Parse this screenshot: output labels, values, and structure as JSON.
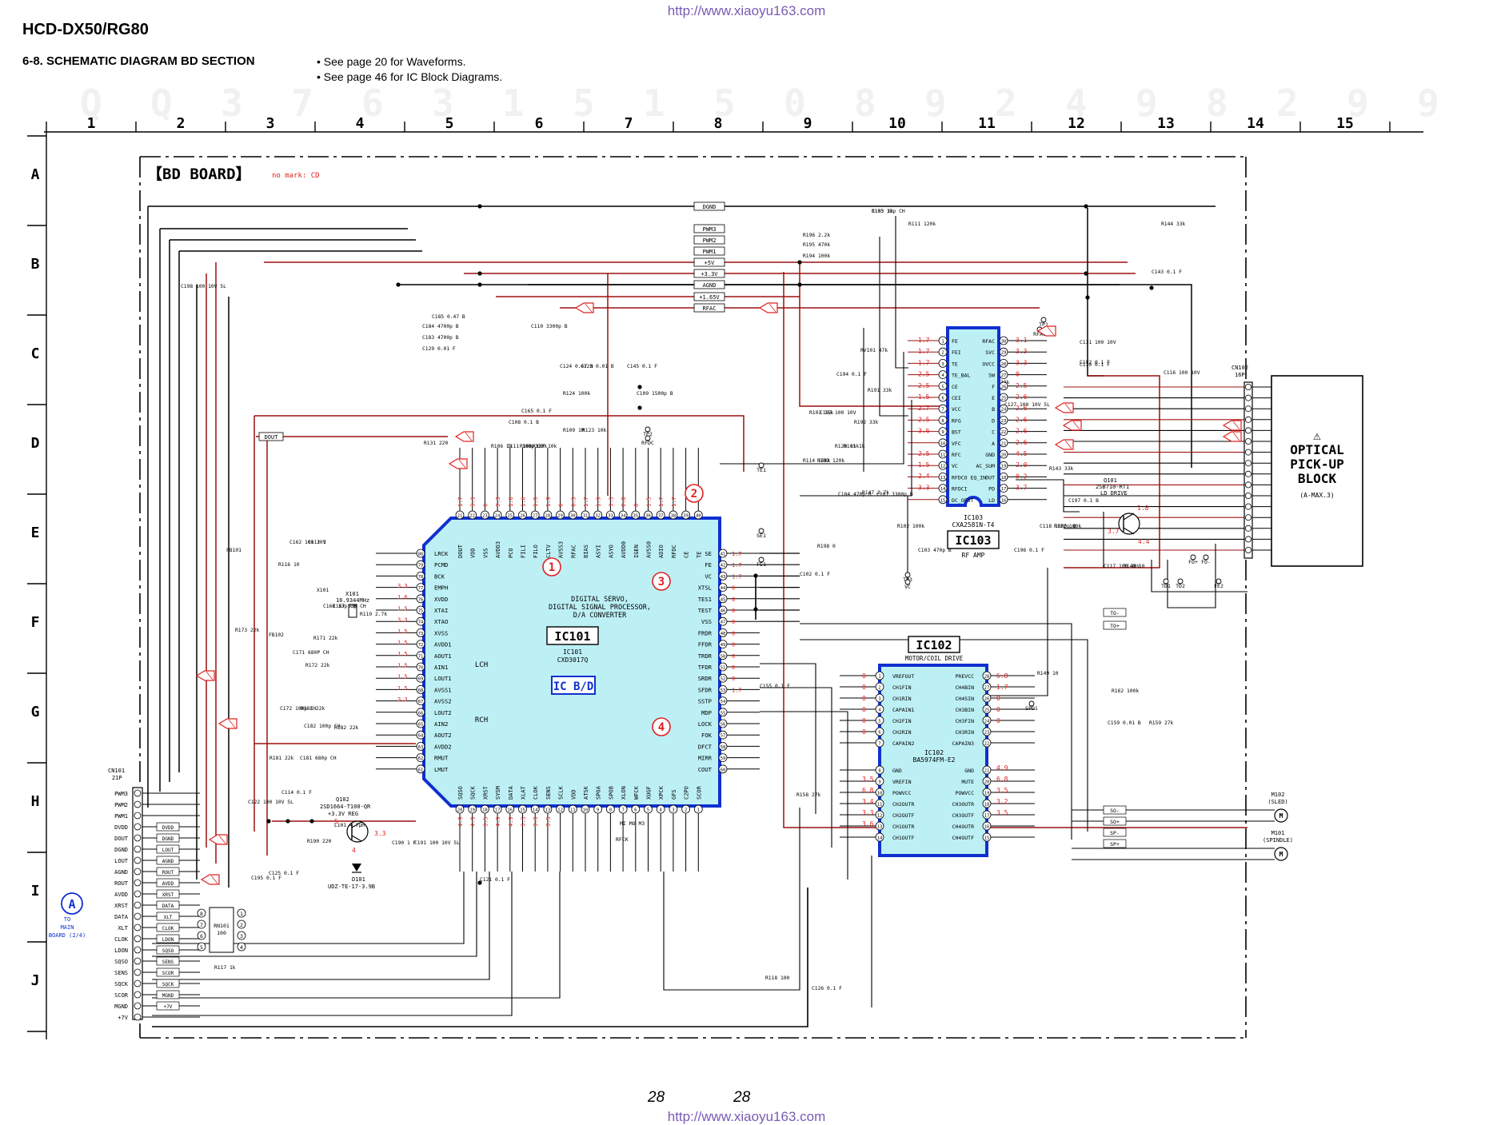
{
  "header": {
    "model": "HCD-DX50/RG80",
    "url": "http://www.xiaoyu163.com",
    "section_title": "6-8.   SCHEMATIC DIAGRAM BD SECTION",
    "notes": [
      "• See page 20 for Waveforms.",
      "• See page 46 for IC Block Diagrams."
    ]
  },
  "grid": {
    "columns": [
      "1",
      "2",
      "3",
      "4",
      "5",
      "6",
      "7",
      "8",
      "9",
      "10",
      "11",
      "12",
      "13",
      "14",
      "15"
    ],
    "rows": [
      "A",
      "B",
      "C",
      "D",
      "E",
      "F",
      "G",
      "H",
      "I",
      "J"
    ]
  },
  "board": {
    "title": "【BD BOARD】",
    "remark": "no mark: CD"
  },
  "ic101": {
    "ref": "IC101",
    "part": "CXD3017Q",
    "function": [
      "DIGITAL SERVO,",
      "DIGITAL SIGNAL PROCESSOR,",
      "D/A CONVERTER"
    ],
    "tag": "IC B/D",
    "lch": "LCH",
    "rch": "RCH",
    "left_pins": [
      "LRCK",
      "PCMD",
      "BCK",
      "EMPH",
      "XVDD",
      "XTAI",
      "XTAO",
      "XVSS",
      "AVDD1",
      "AOUT1",
      "AIN1",
      "LOUT1",
      "AVSS1",
      "AVSS2",
      "LOUT2",
      "AIN2",
      "AOUT2",
      "AVDD2",
      "RMUT",
      "LMUT"
    ],
    "right_pins": [
      "SE",
      "FE",
      "VC",
      "XTSL",
      "TES1",
      "TEST",
      "VSS",
      "FRDR",
      "FFDR",
      "TRDR",
      "TFDR",
      "SRDR",
      "SFDR",
      "SSTP",
      "MDP",
      "LOCK",
      "FOK",
      "DFCT",
      "MIRR",
      "COUT"
    ],
    "top_pins": [
      "DOUT",
      "VDD",
      "VSS",
      "AVDD3",
      "PCO",
      "FILI",
      "FILO",
      "CLTV",
      "AVSS3",
      "RFAC",
      "BIAS",
      "ASYI",
      "ASYO",
      "AVDD0",
      "IGEN",
      "AVSS0",
      "ADIO",
      "RFDC",
      "CE",
      "TE"
    ],
    "bottom_pins": [
      "SQSO",
      "SQCK",
      "XRST",
      "SYSM",
      "DATA",
      "XLAT",
      "CLOK",
      "SENS",
      "SCLK",
      "VDD",
      "ATSK",
      "SPOA",
      "SPOB",
      "XLON",
      "WFCK",
      "XUGF",
      "XPCK",
      "GFS",
      "C2PO",
      "SCOR"
    ],
    "bottom_note": "MI MO M3",
    "rfck": "RFCK"
  },
  "ic102": {
    "ref": "IC102",
    "function": "MOTOR/COIL DRIVE",
    "part": "BA5974FM-E2",
    "left_pins": [
      "VREFOUT",
      "CH1FIN",
      "CH1RIN",
      "CAPAIN1",
      "CH2FIN",
      "CH2RIN",
      "CAPAIN2",
      "GND",
      "VREFIN",
      "POWVCC",
      "CH2OUTR",
      "CH2OUTF",
      "CH1OUTR",
      "CH1OUTF"
    ],
    "right_pins": [
      "PREVCC",
      "CH4BIN",
      "CH4SIN",
      "CH3BIN",
      "CH3FIN",
      "CH3RIN",
      "CAPAIN3",
      "GND",
      "MUTE",
      "POWVCC",
      "CH3OUTR",
      "CH3OUTF",
      "CH4OUTR",
      "CH4OUTF"
    ]
  },
  "ic103": {
    "ref": "IC103",
    "part": "CXA2581N-T4",
    "function": "RF AMP",
    "left_pins": [
      "FE",
      "FEI",
      "TE",
      "TE_BAL",
      "CE",
      "CEI",
      "VCC",
      "RFG",
      "BST",
      "VFC",
      "RFC",
      "VC",
      "RFDCO EQ_IN",
      "RFDCI",
      "DC_OFST"
    ],
    "right_pins": [
      "RFAC",
      "SVC",
      "OVCC",
      "SW",
      "F",
      "E",
      "B",
      "D",
      "C",
      "A",
      "GND",
      "AC_SUM",
      "OUT",
      "PD",
      "LD"
    ]
  },
  "cn101": {
    "ref": "CN101",
    "size": "21P",
    "pins": [
      "PWM3",
      "PWM2",
      "PWM1",
      "DVDD",
      "DOUT",
      "DGND",
      "LOUT",
      "AGND",
      "ROUT",
      "AVDD",
      "XRST",
      "DATA",
      "XLT",
      "CLOK",
      "LDON",
      "SQSO",
      "SENS",
      "SQCK",
      "SCOR",
      "MGND",
      "+7V"
    ],
    "to": [
      "TO",
      "MAIN",
      "BOARD (2/4)"
    ],
    "marker": "A"
  },
  "cn102": {
    "ref": "CN102",
    "size": "16P"
  },
  "optical_block": {
    "lines": [
      "⚠",
      "OPTICAL",
      "PICK-UP",
      "BLOCK"
    ],
    "sub": "(A-MAX.3)"
  },
  "motors": [
    {
      "ref": "M102",
      "name": "(SLED)"
    },
    {
      "ref": "M101",
      "name": "(SPINDLE)"
    }
  ],
  "transistors": [
    {
      "ref": "Q101",
      "part": "2SB710-RT1",
      "name": "LD DRIVE"
    },
    {
      "ref": "Q102",
      "part": "2SD1664-T100-QR",
      "name": "+3.3V REG"
    }
  ],
  "diode": {
    "ref": "D101",
    "part": "UDZ-TE-17-3.9B"
  },
  "crystal": {
    "ref": "X101",
    "freq": "16.9344MHz"
  },
  "rn101": {
    "ref": "RN101",
    "value": "100",
    "pins_left": [
      "8",
      "7",
      "6",
      "5"
    ],
    "pins_right": [
      "1",
      "2",
      "3",
      "4"
    ]
  },
  "bus_labels": {
    "top": [
      "DGND",
      "PWM3",
      "PWM2",
      "PWM1",
      "+5V",
      "+3.3V",
      "AGND",
      "+1.65V",
      "RFAC",
      "DOUT"
    ],
    "cn_side": [
      "DVDD",
      "DGND",
      "LOUT",
      "AGND",
      "ROUT",
      "AVDD",
      "XRST",
      "DATA",
      "XLT",
      "CLOK",
      "LDON",
      "SQSO",
      "SENS",
      "SCOR",
      "SQCK",
      "MGND",
      "+7V"
    ],
    "motor": [
      "TO-",
      "TO+",
      "SO-",
      "SO+",
      "SP-",
      "SP+"
    ],
    "test": [
      "TE1",
      "SE1",
      "FE1",
      "TD1",
      "TD2",
      "FO+",
      "FO-",
      "FE2",
      "SPD1",
      "TP1",
      "TP2",
      "TP3",
      "RFAC",
      "RFDC",
      "VC"
    ]
  },
  "components": [
    "C133 33p CH",
    "R111 120k",
    "R196 2.2k",
    "R195 470k",
    "R194 100k",
    "R144 33k",
    "C143 0.1 F",
    "C185 0.47 B",
    "C184 4700p B",
    "C183 4700p B",
    "C129 0.01 F",
    "C110 3300p B",
    "C124 0.47 B",
    "C123 0.01 B",
    "R124 100k",
    "C145 0.1 F",
    "C109 1500p B",
    "C165 0.1 F",
    "C108 0.1 B",
    "R106 1k",
    "R107 10k",
    "C111 100p CH",
    "R108 3.3k",
    "R109 1M",
    "R123 10k",
    "R104 33k",
    "R131 220",
    "C198 100 10V 5L",
    "C162 100 10V",
    "C112 1",
    "R116 10",
    "FB101",
    "X101",
    "C168 33p CH",
    "C167 33p CH",
    "R119 2.7k",
    "R173 22k",
    "FB102",
    "R171 22k",
    "C171 680P CH",
    "R172 22k",
    "C172 100p CH",
    "R183 22k",
    "C182 100p CH",
    "R182 22k",
    "R181 22k",
    "C181 680p CH",
    "C114 0.1 F",
    "C122 100 10V 5L",
    "L101 4.7μH",
    "R190 220",
    "C190 1 F",
    "C191 100 10V 5L",
    "C195 0.1 F",
    "C125 0.1 F",
    "C121 0.1 F",
    "R117 1k",
    "R118 100",
    "C126 0.1 F",
    "C127 100 10V 5L",
    "R103 15k",
    "C193 100 10V",
    "C194 0.1 F",
    "RV101 47k",
    "R191 33k",
    "R192 33k",
    "R114 160k",
    "R193 120k",
    "R120 15k",
    "R101 1k",
    "R147 2.7k",
    "C104 470p B",
    "C101 3300p B",
    "R102 100k",
    "R198 0",
    "C102 0.1 F",
    "C103 470p B",
    "C196 0.1 F",
    "C131 100 10V",
    "C192 0.1 F",
    "C130 0.1 F",
    "C116 100 10V",
    "R143 33k",
    "C197 0.1 B",
    "C118 1000p B",
    "R122 100k",
    "C117 100 10V",
    "R148 10",
    "R149 10",
    "R162 100k",
    "C159 0.01 B",
    "R159 27k",
    "R158 27k",
    "C155 0.1 F",
    "R105 1k"
  ],
  "voltages": {
    "ic101_top": [
      "1.7",
      "3.3",
      "0",
      "3.3",
      "1.6",
      "1.6",
      "1.9",
      "1.9",
      "0",
      "0.3",
      "1.7",
      "1.9",
      "3.3",
      "0.8",
      "0",
      "1.5",
      "1.7",
      "1.7"
    ],
    "ic101_right": [
      "1.7",
      "1.7",
      "1.7",
      "0",
      "0",
      "0",
      "0",
      "0",
      "0",
      "0",
      "0",
      "0",
      "1.7"
    ],
    "ic101_left": [
      "3.3",
      "1.6",
      "1.5",
      "3.3",
      "1.5",
      "1.5",
      "1.5",
      "1.5",
      "1.5",
      "1.5",
      "3.3"
    ],
    "ic101_bottom": [
      "4.9",
      "4.9",
      "3.5",
      "4.9",
      "4.9",
      "3.3",
      "3.3",
      "3.5"
    ],
    "ic103_left": [
      "1.7",
      "1.7",
      "1.7",
      "2.5",
      "2.5",
      "1.5",
      "2.7",
      "2.5",
      "3.6",
      "2.5",
      "1.5",
      "2.4",
      "3.3"
    ],
    "ic103_right": [
      "3.1",
      "3.3",
      "3.3",
      "0",
      "2.5",
      "2.6",
      "2.6",
      "2.6",
      "2.6",
      "2.6",
      "4.5",
      "2.0",
      "0.2",
      "3.7"
    ],
    "ic102_left": [
      "0",
      "0",
      "0",
      "0",
      "0",
      "0",
      "3.5",
      "6.8",
      "3.4",
      "3.3",
      "3.6"
    ],
    "ic102_right": [
      "6.8",
      "1.7",
      "0",
      "0",
      "0",
      "4.9",
      "6.8",
      "3.5",
      "3.2",
      "3.5"
    ],
    "q101": [
      "1.8",
      "3.7",
      "4.4"
    ],
    "q102": [
      "5",
      "4",
      "3.3"
    ]
  },
  "waveform_markers": [
    "1",
    "2",
    "3",
    "4"
  ],
  "page_numbers": [
    "28",
    "28"
  ],
  "colors": {
    "ic_fill": "#bdf0f5",
    "ic_border": "#1030d0",
    "trace_red": "#9b1010",
    "voltage_red": "#e02020",
    "url": "#7a5ab5"
  },
  "watermark": "QQ 376315150 892498299"
}
